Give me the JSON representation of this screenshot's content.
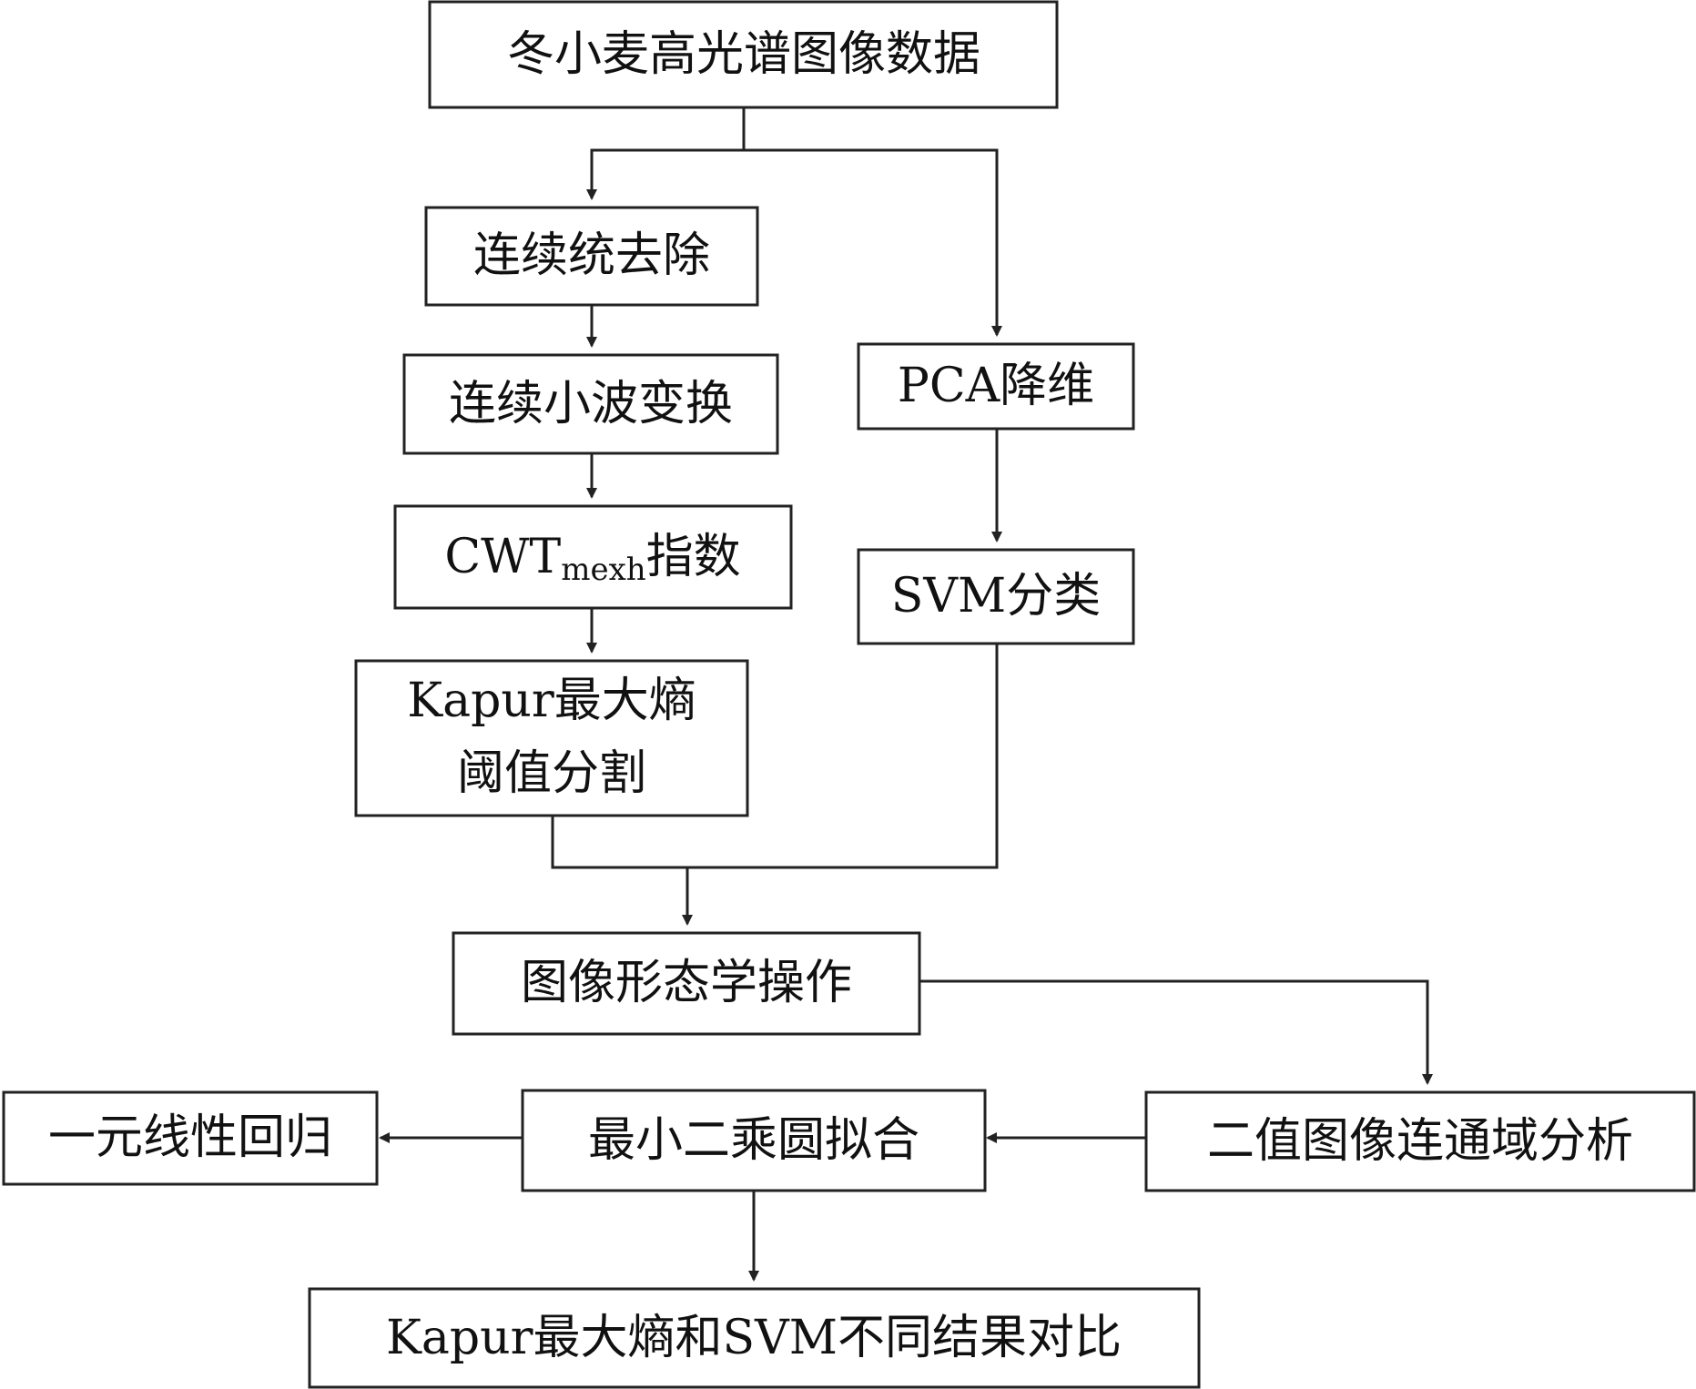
{
  "nodes": {
    "winter_wheat_hyperspectral_data": "冬小麦高光谱图像数据",
    "continuum_removal": "连续统去除",
    "continuous_wavelet_transform": "连续小波变换",
    "cwt_index": {
      "main": "CWT",
      "sub": "mexh",
      "suffix": "指数"
    },
    "kapur_threshold_line1": "Kapur最大熵",
    "kapur_threshold_line2": "阈值分割",
    "pca_reduction": "PCA降维",
    "svm_classification": "SVM分类",
    "image_morphology": "图像形态学操作",
    "binary_connected_component": "二值图像连通域分析",
    "least_squares_circle_fit": "最小二乘圆拟合",
    "linear_regression": "一元线性回归",
    "comparison": "Kapur最大熵和SVM不同结果对比"
  }
}
